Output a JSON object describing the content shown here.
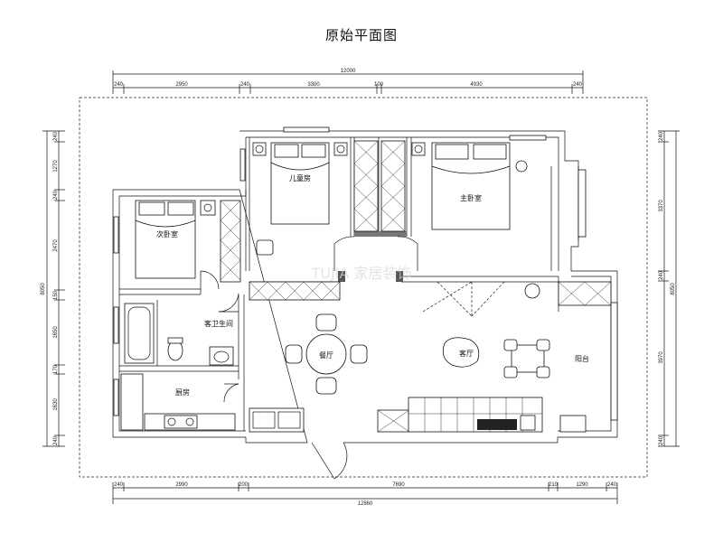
{
  "title": "原始平面图",
  "dimensions": {
    "top_total": "12000",
    "top_segments": [
      "240",
      "2950",
      "240",
      "3300",
      "100",
      "4930",
      "240"
    ],
    "bottom_total": "12860",
    "bottom_segments": [
      "240",
      "2990",
      "200",
      "7690",
      "210",
      "1290",
      "240"
    ],
    "left_total": "8050",
    "left_segments": [
      "240",
      "1270",
      "240",
      "2470",
      "150",
      "1650",
      "170",
      "1630",
      "240"
    ],
    "right_total": "8050",
    "right_segments": [
      "240",
      "3370",
      "240",
      "3970",
      "240"
    ]
  },
  "rooms": {
    "children_room": "儿童房",
    "master_bedroom": "主卧室",
    "second_bedroom": "次卧室",
    "guest_bathroom": "客卫生间",
    "dining": "餐厅",
    "living": "客厅",
    "balcony": "阳台",
    "kitchen": "厨房"
  },
  "watermark": "TUJIA 家居装饰"
}
